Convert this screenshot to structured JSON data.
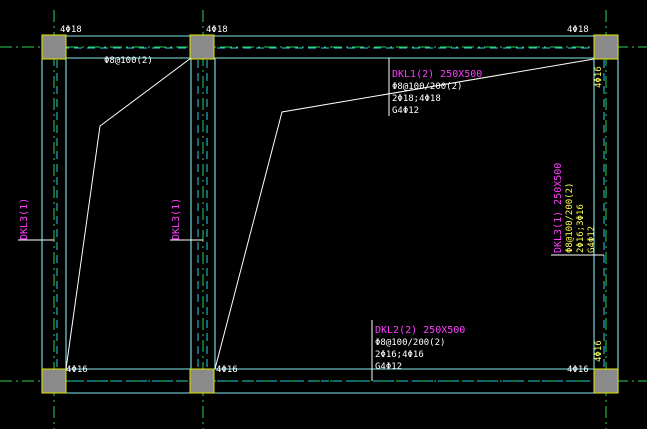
{
  "colors": {
    "background": "#000000",
    "beam": "#7fe8ee",
    "rebar": "#28d0e8",
    "grid": "#2bd24f",
    "column_fill": "#8a8a8a",
    "column_edge": "#e6e600",
    "leader": "#ffffff",
    "label_magenta": "#ff3cff",
    "label_yellow": "#ffff55"
  },
  "columns": {
    "top_left": "4Φ18",
    "top_mid": "4Φ18",
    "top_right": "4Φ18",
    "bottom_left": "4Φ16",
    "bottom_mid": "4Φ16",
    "bottom_right": "4Φ16",
    "right_top_side": "4Φ16",
    "right_bottom_side": "4Φ16"
  },
  "slab_label": "Φ8@100(2)",
  "beams": {
    "top": {
      "name": "DKL1(2) 250X500",
      "stirrup": "Φ8@100/200(2)",
      "main": "2Φ18;4Φ18",
      "side": "G4Φ12"
    },
    "bottom": {
      "name": "DKL2(2) 250X500",
      "stirrup": "Φ8@100/200(2)",
      "main": "2Φ16;4Φ16",
      "side": "G4Φ12"
    },
    "right": {
      "name": "DKL3(1) 250X500",
      "stirrup": "Φ8@100/200(2)",
      "main": "2Φ16;3Φ16",
      "side": "G4Φ12"
    },
    "left": {
      "name": "DKL3(1)"
    },
    "mid": {
      "name": "DKL3(1)"
    }
  }
}
